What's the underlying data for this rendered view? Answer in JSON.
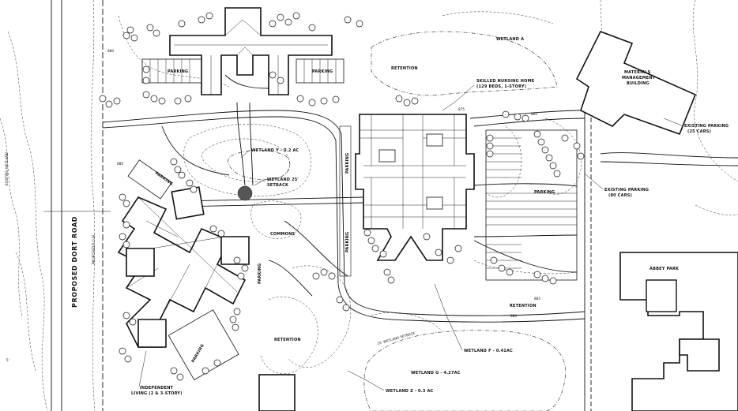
{
  "labels": {
    "road": "PROPOSED DORT ROAD",
    "proposed_row": "PROPOSED R.O.W.",
    "existing_wetland": "EXISTING WETLAND",
    "row_dim": "5'",
    "contour_880_a": "880",
    "contour_880_b": "880",
    "contour_875": "875",
    "contour_885": "885",
    "contour_880_c": "880",
    "contour_880_d": "880",
    "wetland_a": "WETLAND A",
    "retention_top": "RETENTION",
    "skilled_nursing": "SKILLED NURSING HOME",
    "skilled_nursing_sub": "(129 BEDS, 1-STORY)",
    "materials_mgmt_1": "MATERIALS",
    "materials_mgmt_2": "MANAGEMENT",
    "materials_mgmt_3": "BUILDING",
    "existing_parking_25": "EXISTING PARKING",
    "existing_parking_25_sub": "(25 CARS)",
    "existing_parking_80": "EXISTING PARKING",
    "existing_parking_80_sub": "(80 CARS)",
    "parking_top_left": "PARKING",
    "parking_top_right": "PARKING",
    "parking_left_vert": "PARKING",
    "parking_center_vert_1": "PARKING",
    "parking_center_vert_2": "PARKING",
    "parking_east": "PARKING",
    "parking_south_west": "PARKING",
    "parking_south": "PARKING",
    "wetland_y": "WETLAND Y - 0.2 AC",
    "wetland_setback": "WETLAND 25'",
    "wetland_setback_sub": "SETBACK",
    "commons": "COMMONS",
    "retention_east": "RETENTION",
    "retention_south": "RETENTION",
    "wetland_setback_south": "25' WETLAND SETBACK",
    "wetland_f": "WETLAND F - 0.41AC",
    "wetland_g": "WETLAND G - 4.27AC",
    "wetland_z": "WETLAND Z - 0.3 AC",
    "independent_living_1": "INDEPENDENT",
    "independent_living_2": "LIVING (2 & 3-STORY)",
    "abbey_park": "ABBEY PARK"
  }
}
